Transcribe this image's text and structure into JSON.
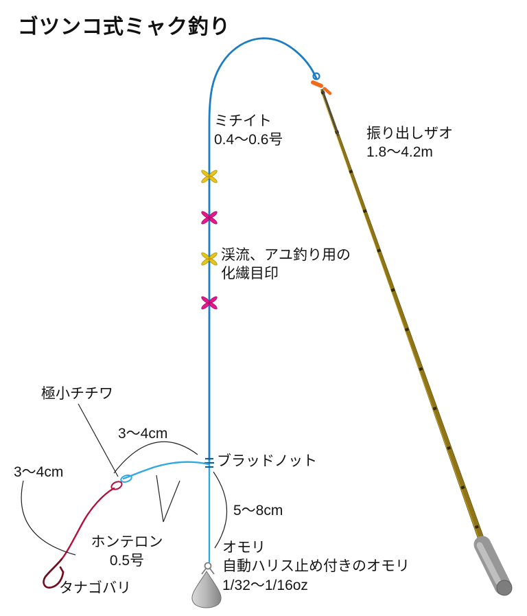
{
  "title": "ゴツンコ式ミャク釣り",
  "labels": {
    "main_line": {
      "l1": "ミチイト",
      "l2": "0.4〜0.6号"
    },
    "rod": {
      "l1": "振り出しザオ",
      "l2": "1.8〜4.2m"
    },
    "markers": {
      "l1": "渓流、アユ釣り用の",
      "l2": "化繊目印"
    },
    "chichiwa": "極小チチワ",
    "len_branch_top": "3〜4cm",
    "len_leader_left": "3〜4cm",
    "blood_knot": "ブラッドノット",
    "len_drop": "5〜8cm",
    "honteron": {
      "l1": "ホンテロン",
      "l2": "0.5号"
    },
    "hook": "タナゴバリ",
    "weight": {
      "l1": "オモリ",
      "l2": "自動ハリス止め付きのオモリ",
      "l3": "1/32〜1/16oz"
    }
  },
  "colors": {
    "main_line": "#1b7ec5",
    "tippet": "#2fa8e1",
    "leader": "#b40f3c",
    "rod": "#8f7418",
    "marker_yellow": "#e6c51e",
    "marker_pink": "#e81790",
    "weight_gray": "#9b9b9b"
  }
}
